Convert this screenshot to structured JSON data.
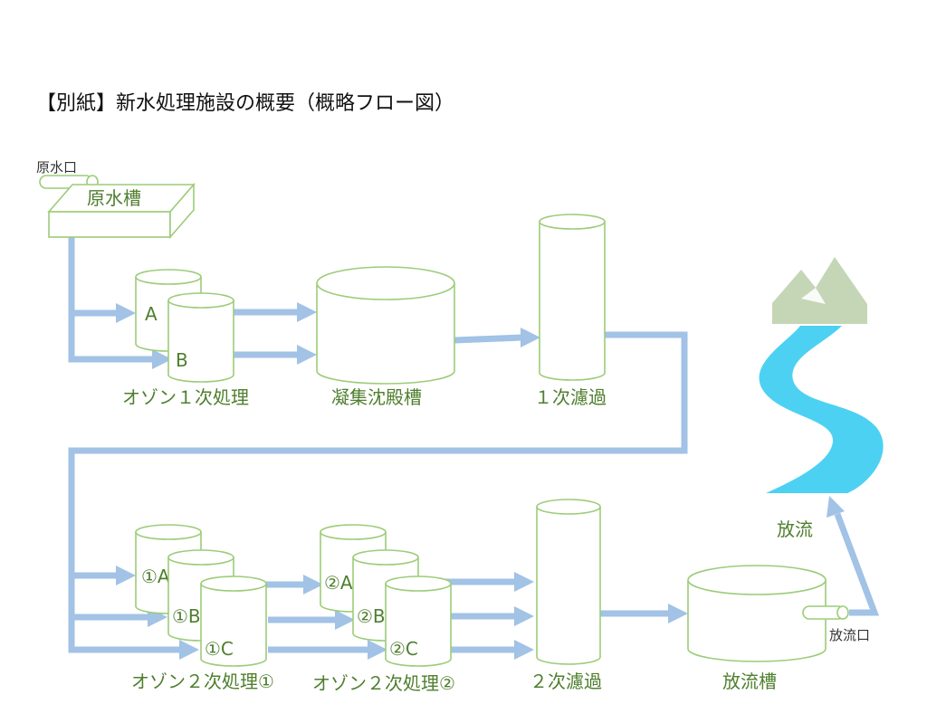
{
  "title": "【別紙】新水処理施設の概要（概略フロー図）",
  "inlet": {
    "label": "原水口"
  },
  "raw_tank": {
    "label": "原水槽"
  },
  "stage1": {
    "ozone_label": "オゾン１次処理",
    "tank_a": "A",
    "tank_b": "B",
    "coag_label": "凝集沈殿槽",
    "filter_label": "１次濾過"
  },
  "stage2": {
    "ozone1_label": "オゾン２次処理①",
    "ozone2_label": "オゾン２次処理②",
    "t1a": "①A",
    "t1b": "①B",
    "t1c": "①C",
    "t2a": "②A",
    "t2b": "②B",
    "t2c": "②C",
    "filter_label": "２次濾過",
    "discharge_tank_label": "放流槽",
    "outlet_label": "放流口",
    "discharge_label": "放流"
  },
  "colors": {
    "flow": "#a2c2e6",
    "tank_stroke": "#9ccc78",
    "label": "#4f7f2e",
    "river": "#4dd1f2",
    "mountain": "#c4d6b6"
  }
}
